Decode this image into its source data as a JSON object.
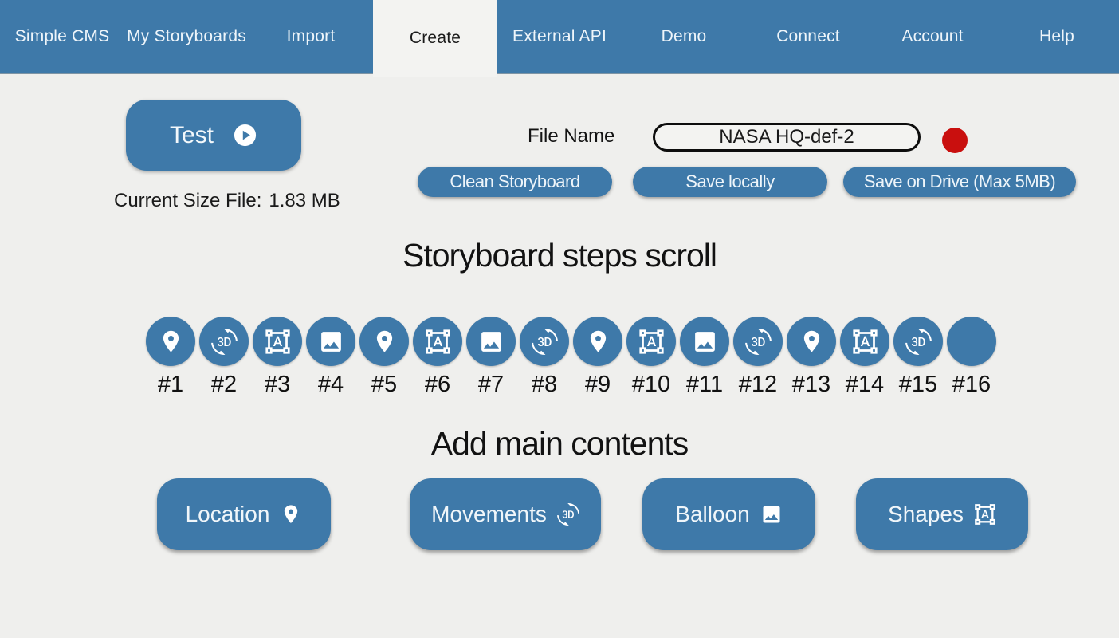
{
  "nav": {
    "items": [
      {
        "label": "Simple CMS",
        "active": false
      },
      {
        "label": "My Storyboards",
        "active": false
      },
      {
        "label": "Import",
        "active": false
      },
      {
        "label": "Create",
        "active": true
      },
      {
        "label": "External API",
        "active": false
      },
      {
        "label": "Demo",
        "active": false
      },
      {
        "label": "Connect",
        "active": false
      },
      {
        "label": "Account",
        "active": false
      },
      {
        "label": "Help",
        "active": false
      }
    ]
  },
  "toolbar": {
    "test_label": "Test",
    "play_icon": "play-circle",
    "current_size_label": "Current Size File:",
    "current_size_value": "1.83 MB",
    "file_name_label": "File Name",
    "file_name_value": "NASA HQ-def-2",
    "clean_label": "Clean Storyboard",
    "save_local_label": "Save locally",
    "save_drive_label": "Save on Drive (Max 5MB)"
  },
  "steps": {
    "heading": "Storyboard steps scroll",
    "items": [
      {
        "label": "#1",
        "icon": "location-pin"
      },
      {
        "label": "#2",
        "icon": "3d-rotation"
      },
      {
        "label": "#3",
        "icon": "format-shapes"
      },
      {
        "label": "#4",
        "icon": "image"
      },
      {
        "label": "#5",
        "icon": "location-pin"
      },
      {
        "label": "#6",
        "icon": "format-shapes"
      },
      {
        "label": "#7",
        "icon": "image"
      },
      {
        "label": "#8",
        "icon": "3d-rotation"
      },
      {
        "label": "#9",
        "icon": "location-pin"
      },
      {
        "label": "#10",
        "icon": "format-shapes"
      },
      {
        "label": "#11",
        "icon": "image"
      },
      {
        "label": "#12",
        "icon": "3d-rotation"
      },
      {
        "label": "#13",
        "icon": "location-pin"
      },
      {
        "label": "#14",
        "icon": "format-shapes"
      },
      {
        "label": "#15",
        "icon": "3d-rotation"
      },
      {
        "label": "#16",
        "icon": null
      }
    ]
  },
  "contents": {
    "heading": "Add main contents",
    "buttons": [
      {
        "label": "Location",
        "icon": "location-pin"
      },
      {
        "label": "Movements",
        "icon": "3d-rotation"
      },
      {
        "label": "Balloon",
        "icon": "image"
      },
      {
        "label": "Shapes",
        "icon": "format-shapes"
      }
    ]
  },
  "colors": {
    "accent_blue": "#3e79a9",
    "record_dot_red": "#c90f0e",
    "page_background": "#efefed"
  }
}
